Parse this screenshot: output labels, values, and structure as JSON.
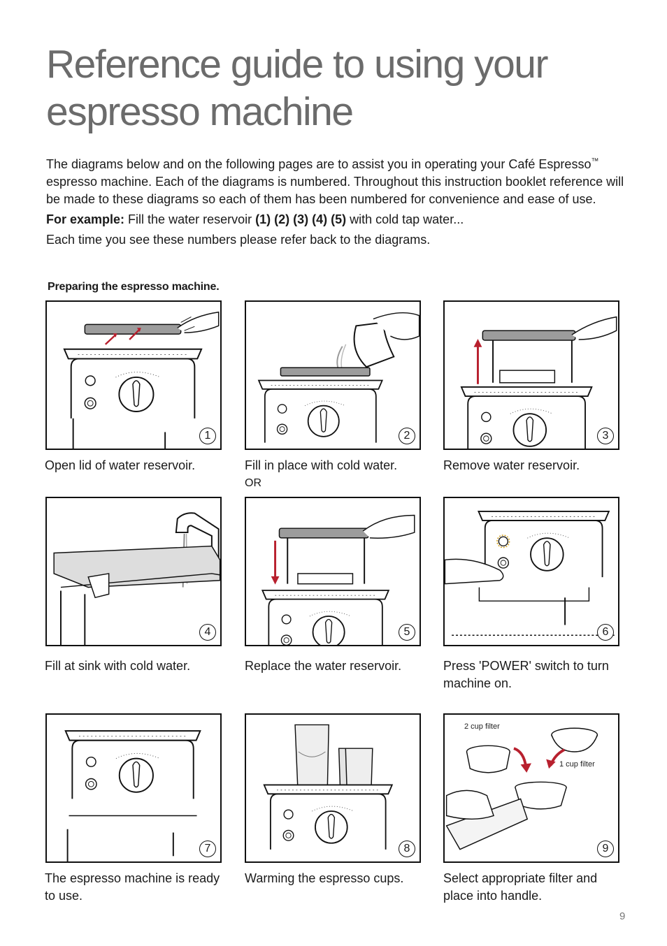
{
  "title": "Reference guide to using your espresso machine",
  "intro": {
    "paragraph1_part1": "The diagrams below and on the following pages are to assist you in operating your Café Espresso",
    "trademark": "™",
    "paragraph1_part2": " espresso machine. Each of the diagrams is numbered. Throughout this instruction booklet reference will be made to these diagrams so each of them has been numbered for convenience and ease of use.",
    "example_label": "For example:",
    "example_text1": " Fill the water reservoir ",
    "example_numbers": "(1) (2) (3) (4) (5)",
    "example_text2": " with cold tap water...",
    "paragraph3": "Each time you see these numbers please refer back to the diagrams."
  },
  "section_heading": "Preparing the espresso machine.",
  "steps": [
    {
      "number": "1",
      "caption": "Open lid of water reservoir."
    },
    {
      "number": "2",
      "caption": "Fill in place with cold water.",
      "caption2": "OR"
    },
    {
      "number": "3",
      "caption": "Remove water reservoir."
    },
    {
      "number": "4",
      "caption": "Fill at sink with cold water."
    },
    {
      "number": "5",
      "caption": "Replace the water reservoir."
    },
    {
      "number": "6",
      "caption": "Press 'POWER' switch to turn machine on."
    },
    {
      "number": "7",
      "caption": "The espresso machine is ready to use."
    },
    {
      "number": "8",
      "caption": "Warming the espresso cups."
    },
    {
      "number": "9",
      "caption": "Select appropriate filter and place into handle."
    }
  ],
  "filter_labels": {
    "two_cup": "2 cup filter",
    "one_cup": "1 cup filter"
  },
  "page_number": "9",
  "colors": {
    "title": "#6b6b6b",
    "arrow": "#b8202e",
    "border": "#111111"
  }
}
